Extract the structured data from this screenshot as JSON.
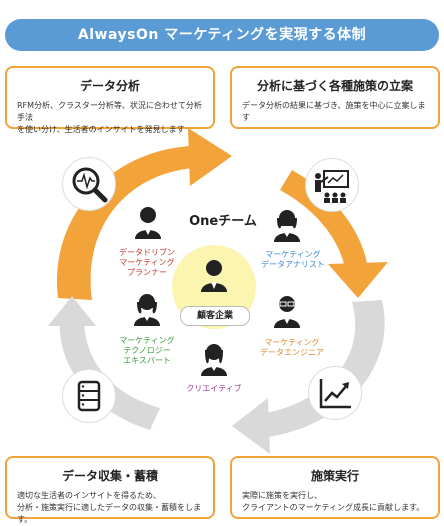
{
  "header": {
    "title": "AlwaysOn マーケティングを実現する体制"
  },
  "boxes": {
    "data_analysis": {
      "title": "データ分析",
      "line1": "RFM分析、クラスター分析等、状況に合わせて分析手法",
      "line2": "を使い分け、生活者のインサイトを発見します"
    },
    "planning": {
      "title": "分析に基づく各種施策の立案",
      "line1": "データ分析の結果に基づき、施策を中心に立案します"
    },
    "data_collection": {
      "title": "データ収集・蓄積",
      "line1": "適切な生活者のインサイトを得るため、",
      "line2": "分析・施策実行に適したデータの収集・蓄積をします。"
    },
    "execution": {
      "title": "施策実行",
      "line1": "実際に施策を実行し、",
      "line2": "クライアントのマーケティング成長に貢献します。"
    }
  },
  "team": {
    "title": "Oneチーム",
    "client": "顧客企業",
    "roles": {
      "planner": [
        "データドリブン",
        "マーケティング",
        "プランナー"
      ],
      "analyst": [
        "マーケティング",
        "データアナリスト"
      ],
      "technologist": [
        "マーケティング",
        "テクノロジー",
        "エキスパート"
      ],
      "engineer": [
        "マーケティング",
        "データエンジニア"
      ],
      "creative": [
        "クリエイティブ"
      ]
    }
  },
  "icons": {
    "top_left": "magnifier-analysis-icon",
    "top_right": "presentation-icon",
    "bottom_left": "database-icon",
    "bottom_right": "growth-chart-icon"
  },
  "colors": {
    "banner": "#5b9bd5",
    "box_border": "#f2a33a",
    "arrow_orange": "#f2a33a",
    "arrow_gray": "#d9d9d9",
    "center": "#fbf5b0"
  }
}
